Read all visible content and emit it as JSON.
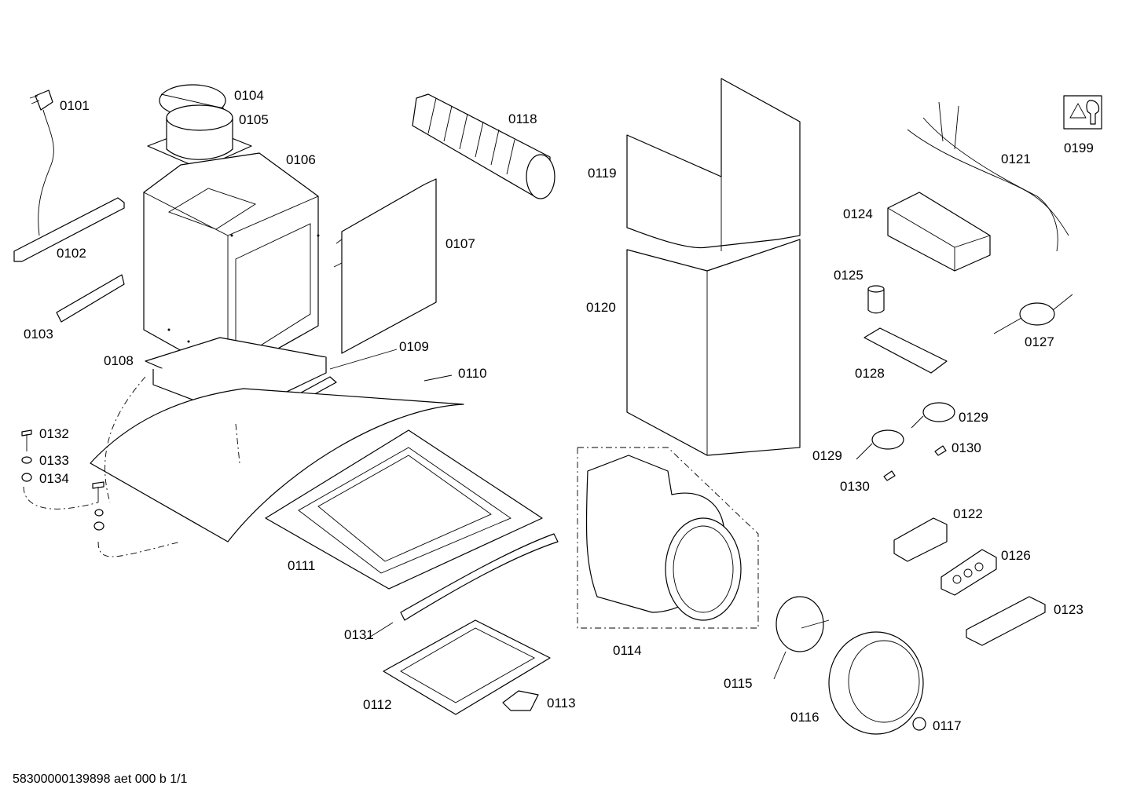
{
  "parts": [
    {
      "id": "0101"
    },
    {
      "id": "0102"
    },
    {
      "id": "0103"
    },
    {
      "id": "0104"
    },
    {
      "id": "0105"
    },
    {
      "id": "0106"
    },
    {
      "id": "0107"
    },
    {
      "id": "0108"
    },
    {
      "id": "0109"
    },
    {
      "id": "0110"
    },
    {
      "id": "0111"
    },
    {
      "id": "0112"
    },
    {
      "id": "0113"
    },
    {
      "id": "0114"
    },
    {
      "id": "0115"
    },
    {
      "id": "0116"
    },
    {
      "id": "0117"
    },
    {
      "id": "0118"
    },
    {
      "id": "0119"
    },
    {
      "id": "0120"
    },
    {
      "id": "0121"
    },
    {
      "id": "0122"
    },
    {
      "id": "0123"
    },
    {
      "id": "0124"
    },
    {
      "id": "0125"
    },
    {
      "id": "0126"
    },
    {
      "id": "0127"
    },
    {
      "id": "0128"
    },
    {
      "id": "0129"
    },
    {
      "id": "0130"
    },
    {
      "id": "0131"
    },
    {
      "id": "0132"
    },
    {
      "id": "0133"
    },
    {
      "id": "0134"
    },
    {
      "id": "0199"
    }
  ],
  "footer_code": "58300000139898 aet 000 b 1/1",
  "icons": [
    "wrench-icon"
  ]
}
